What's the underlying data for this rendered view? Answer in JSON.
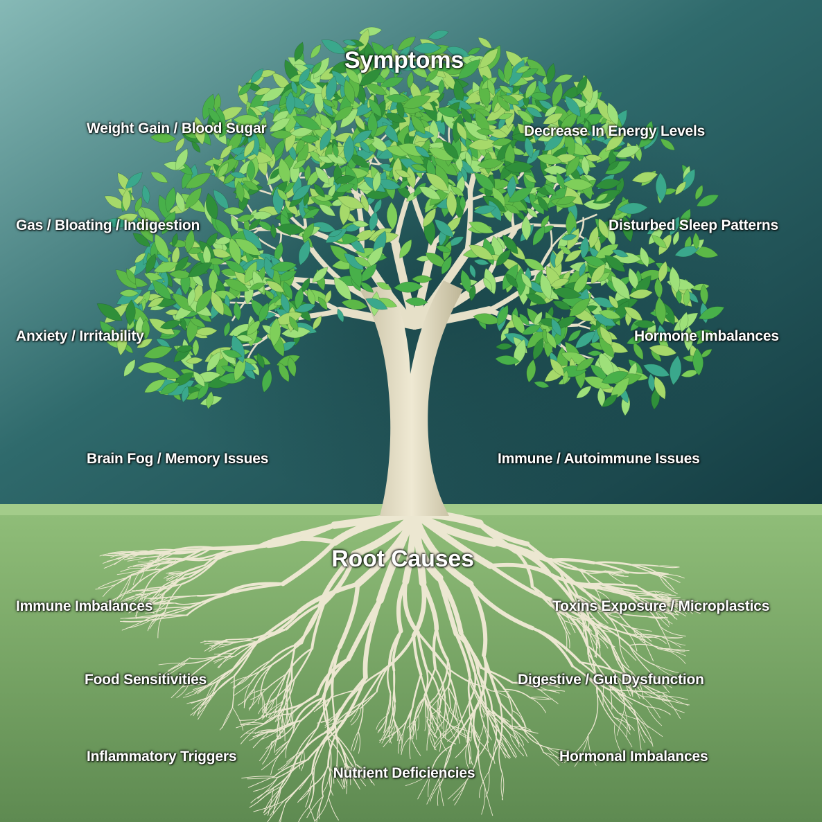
{
  "symptoms": {
    "heading": "Symptoms",
    "left": [
      "Weight Gain / Blood Sugar",
      "Gas / Bloating / Indigestion",
      "Anxiety / Irritability",
      "Brain Fog / Memory Issues"
    ],
    "right": [
      "Decrease In Energy Levels",
      "Disturbed Sleep Patterns",
      "Hormone Imbalances",
      "Immune / Autoimmune Issues"
    ]
  },
  "root_causes": {
    "heading": "Root Causes",
    "left": [
      "Immune Imbalances",
      "Food Sensitivities",
      "Inflammatory Triggers"
    ],
    "center": [
      "Nutrient Deficiencies"
    ],
    "right": [
      "Toxins Exposure / Microplastics",
      "Digestive / Gut Dysfunction",
      "Hormonal Imbalances"
    ]
  },
  "colors": {
    "sky_top": "#7fb2b0",
    "sky_bottom": "#163f45",
    "ground_top": "#8dbb77",
    "ground_bottom": "#5f8b52",
    "leaf_light": "#a6d96a",
    "leaf_mid": "#5cb847",
    "leaf_dark": "#2f8f3a",
    "leaf_teal": "#3aa88c",
    "trunk": "#e6e0c8",
    "root": "#ece7d1"
  }
}
